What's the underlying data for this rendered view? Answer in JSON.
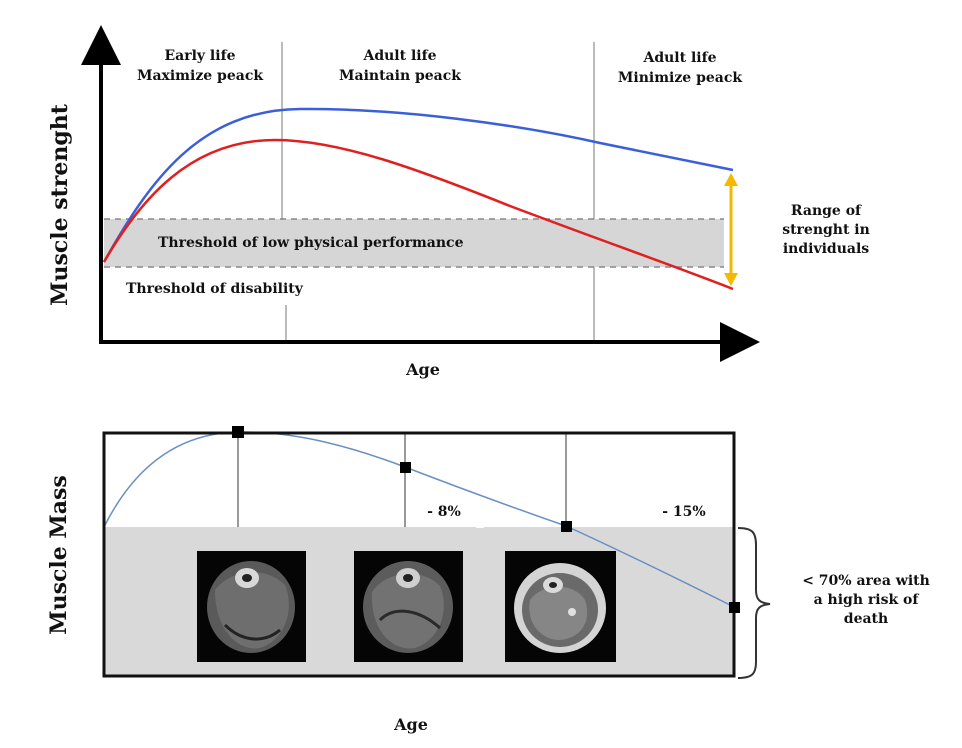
{
  "top_panel": {
    "y_axis_label": "Muscle strenght",
    "x_axis_label": "Age",
    "phases": [
      {
        "line1": "Early life",
        "line2": "Maximize peack"
      },
      {
        "line1": "Adult life",
        "line2": "Maintain peack"
      },
      {
        "line1": "Adult life",
        "line2": "Minimize peack"
      }
    ],
    "band_label": "Threshold of low physical performance",
    "disability_label": "Threshold of disability",
    "range_label": [
      "Range of",
      "strenght in",
      "individuals"
    ],
    "colors": {
      "upper_curve": "#3b5fd9",
      "lower_curve": "#e02020",
      "range_arrow": "#f5b800",
      "band": "#d6d6d6"
    }
  },
  "bottom_panel": {
    "y_axis_label": "Muscle Mass",
    "x_axis_label": "Age",
    "decline_labels": [
      "- 8%",
      "- 15%"
    ],
    "risk_label": [
      "< 70% area with",
      "a high risk of",
      "death"
    ],
    "scan_images": [
      "thigh-scan-young",
      "thigh-scan-middle",
      "thigh-scan-old"
    ],
    "colors": {
      "curve": "#6a8fc4",
      "shaded_region": "#d9d9d9"
    }
  }
}
